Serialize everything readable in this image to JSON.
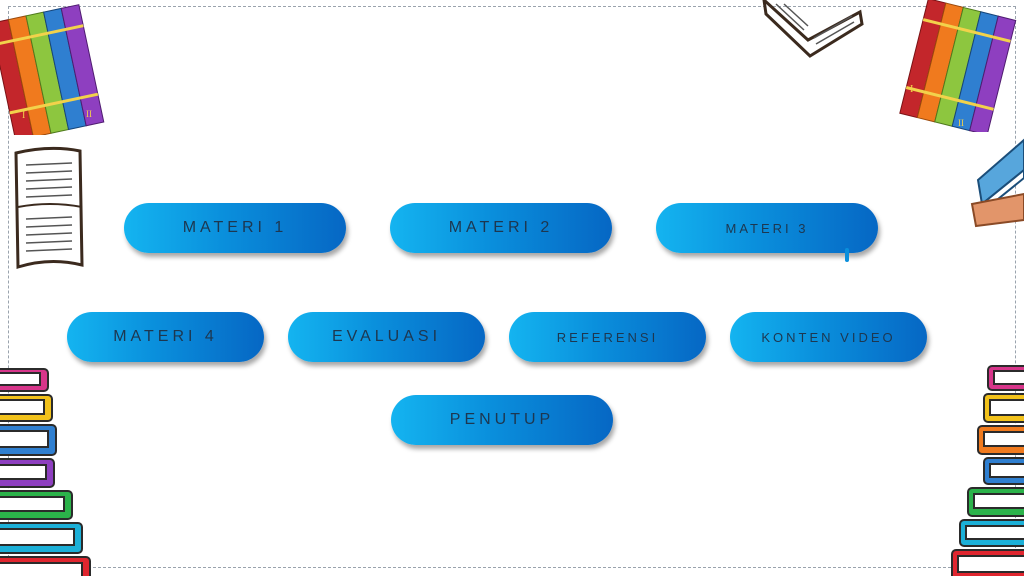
{
  "menu": {
    "materi1": "MATERI 1",
    "materi2": "MATERI 2",
    "materi3": "MATERI 3",
    "materi4": "MATERI 4",
    "evaluasi": "EVALUASI",
    "referensi": "REFERENSI",
    "konten_video": "KONTEN VIDEO",
    "penutup": "PENUTUP"
  },
  "decorations": {
    "book_spine_labels": [
      "I",
      "II"
    ],
    "icons": [
      "books-row-icon",
      "open-book-icon",
      "book-stack-icon"
    ]
  },
  "colors": {
    "button_start": "#14b4f0",
    "button_end": "#0667c4",
    "button_text": "#1d3750"
  }
}
